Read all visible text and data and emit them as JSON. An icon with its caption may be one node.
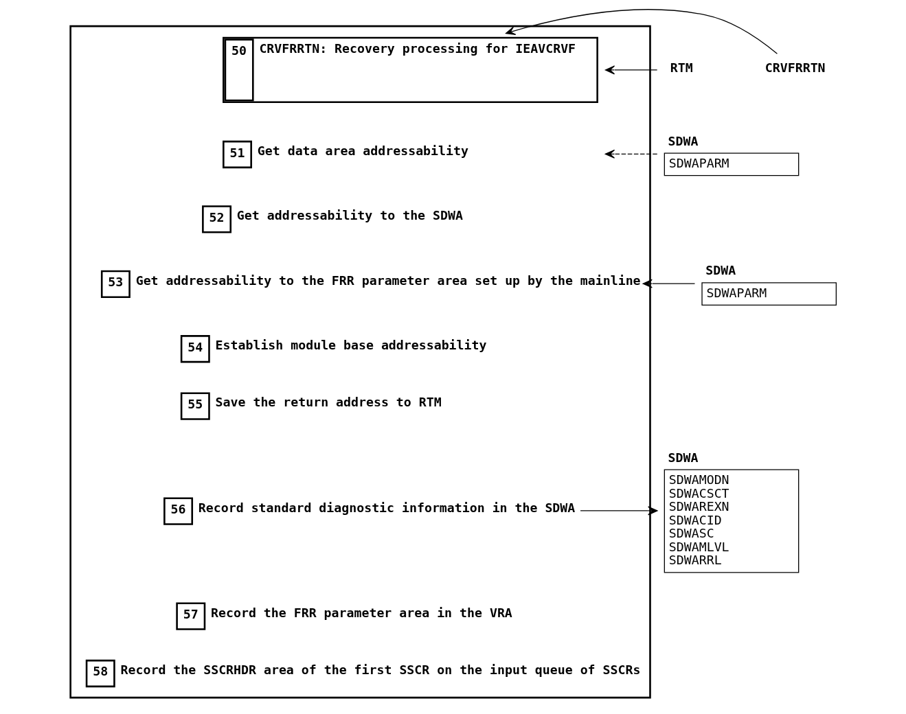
{
  "diagram": {
    "nodes": [
      {
        "text": [],
        "shape": "box"
      },
      {
        "text": [
          "50",
          "CRVFRRTN: Recovery processing for IEAVCRVF"
        ],
        "in": 0
      },
      {
        "text": [
          "51",
          "Get data area addressability"
        ],
        "in": 0
      },
      {
        "text": [
          "52",
          "Get addressability to the SDWA"
        ],
        "in": 0
      },
      {
        "text": [
          "53",
          "Get addressability to the FRR parameter area set up by the mainline"
        ],
        "in": 0
      },
      {
        "text": [
          "54",
          "Establish module base addressability"
        ],
        "in": 0
      },
      {
        "text": [
          "55",
          "Save the return address to RTM"
        ],
        "in": 0
      },
      {
        "text": [
          "56",
          "Record standard diagnostic information in the SDWA"
        ],
        "in": 0
      },
      {
        "text": [
          "57",
          "Record the FRR parameter area in the VRA"
        ],
        "in": 0
      },
      {
        "text": [
          "58",
          "Record the SSCRHDR area of the first SSCR on the input queue of SSCRs"
        ],
        "in": 0
      },
      {
        "text": [
          "RTM"
        ]
      },
      {
        "text": [
          "CRVFRRTN"
        ]
      },
      {
        "text": [
          "SDWA",
          "SDWAPARM"
        ]
      },
      {
        "text": [
          "SDWA",
          "SDWAPARM"
        ]
      },
      {
        "text": [
          "SDWA",
          "SDWAMODN",
          "SDWACSCT",
          "SDWAREXN",
          "SDWACID",
          "SDWASC",
          "SDWAMLVL",
          "SDWARRL"
        ]
      }
    ],
    "edges": [
      {
        "from": 10,
        "to": 1,
        "arrow": "to"
      },
      {
        "from": 11,
        "to": 1,
        "arrow": "to"
      },
      {
        "from": 12,
        "to": 2,
        "arrow": "to",
        "style": "dashed"
      },
      {
        "from": 13,
        "to": 4,
        "arrow": "to"
      },
      {
        "from": 7,
        "to": 14,
        "arrow": "to"
      }
    ]
  }
}
